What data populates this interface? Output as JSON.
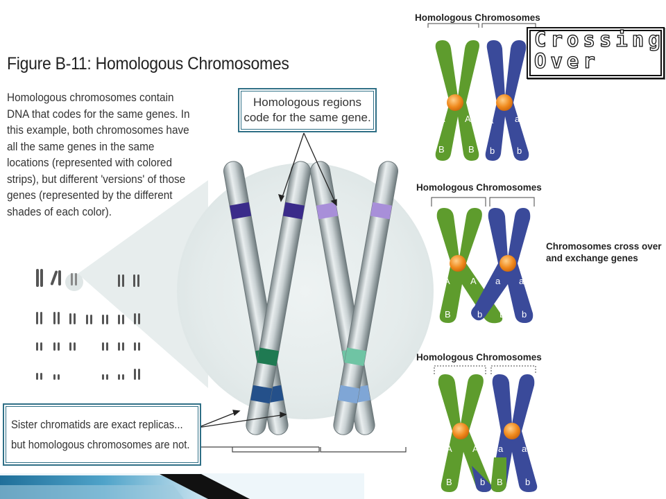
{
  "figure": {
    "title": "Figure B-11: Homologous Chromosomes",
    "description": "Homologous chromosomes contain DNA that codes for the same genes.  In this example, both chromosomes have all the same genes in the same locations (represented with colored strips), but different 'versions' of those genes (represented by the different shades of each color).",
    "callout_top": "Homologous regions code for the same gene.",
    "callout_bottom_line1": "Sister chromatids are exact replicas...",
    "callout_bottom_line2": "but homologous chromosomes are not."
  },
  "crossing_over": {
    "title": "Crossing-Over",
    "panel1_title": "Homologous Chromosomes",
    "panel2_title": "Homologous Chromosomes",
    "panel2_caption": "Chromosomes cross over and exchange genes",
    "panel3_title": "Homologous Chromosomes",
    "alleles": {
      "panel1": [
        "A",
        "A",
        "a",
        "a",
        "B",
        "B",
        "b",
        "b"
      ],
      "panel2": [
        "A",
        "A",
        "a",
        "a",
        "B",
        "b",
        "B",
        "b"
      ],
      "panel3": [
        "A",
        "A",
        "a",
        "a",
        "B",
        "b",
        "B",
        "b"
      ]
    }
  },
  "colors": {
    "green_chromosome": "#5e9c2d",
    "blue_chromosome": "#3a4a9a",
    "centromere": "#f08a1d",
    "callout_border": "#2f6f86",
    "footer_bar": "#1f6f9a"
  }
}
